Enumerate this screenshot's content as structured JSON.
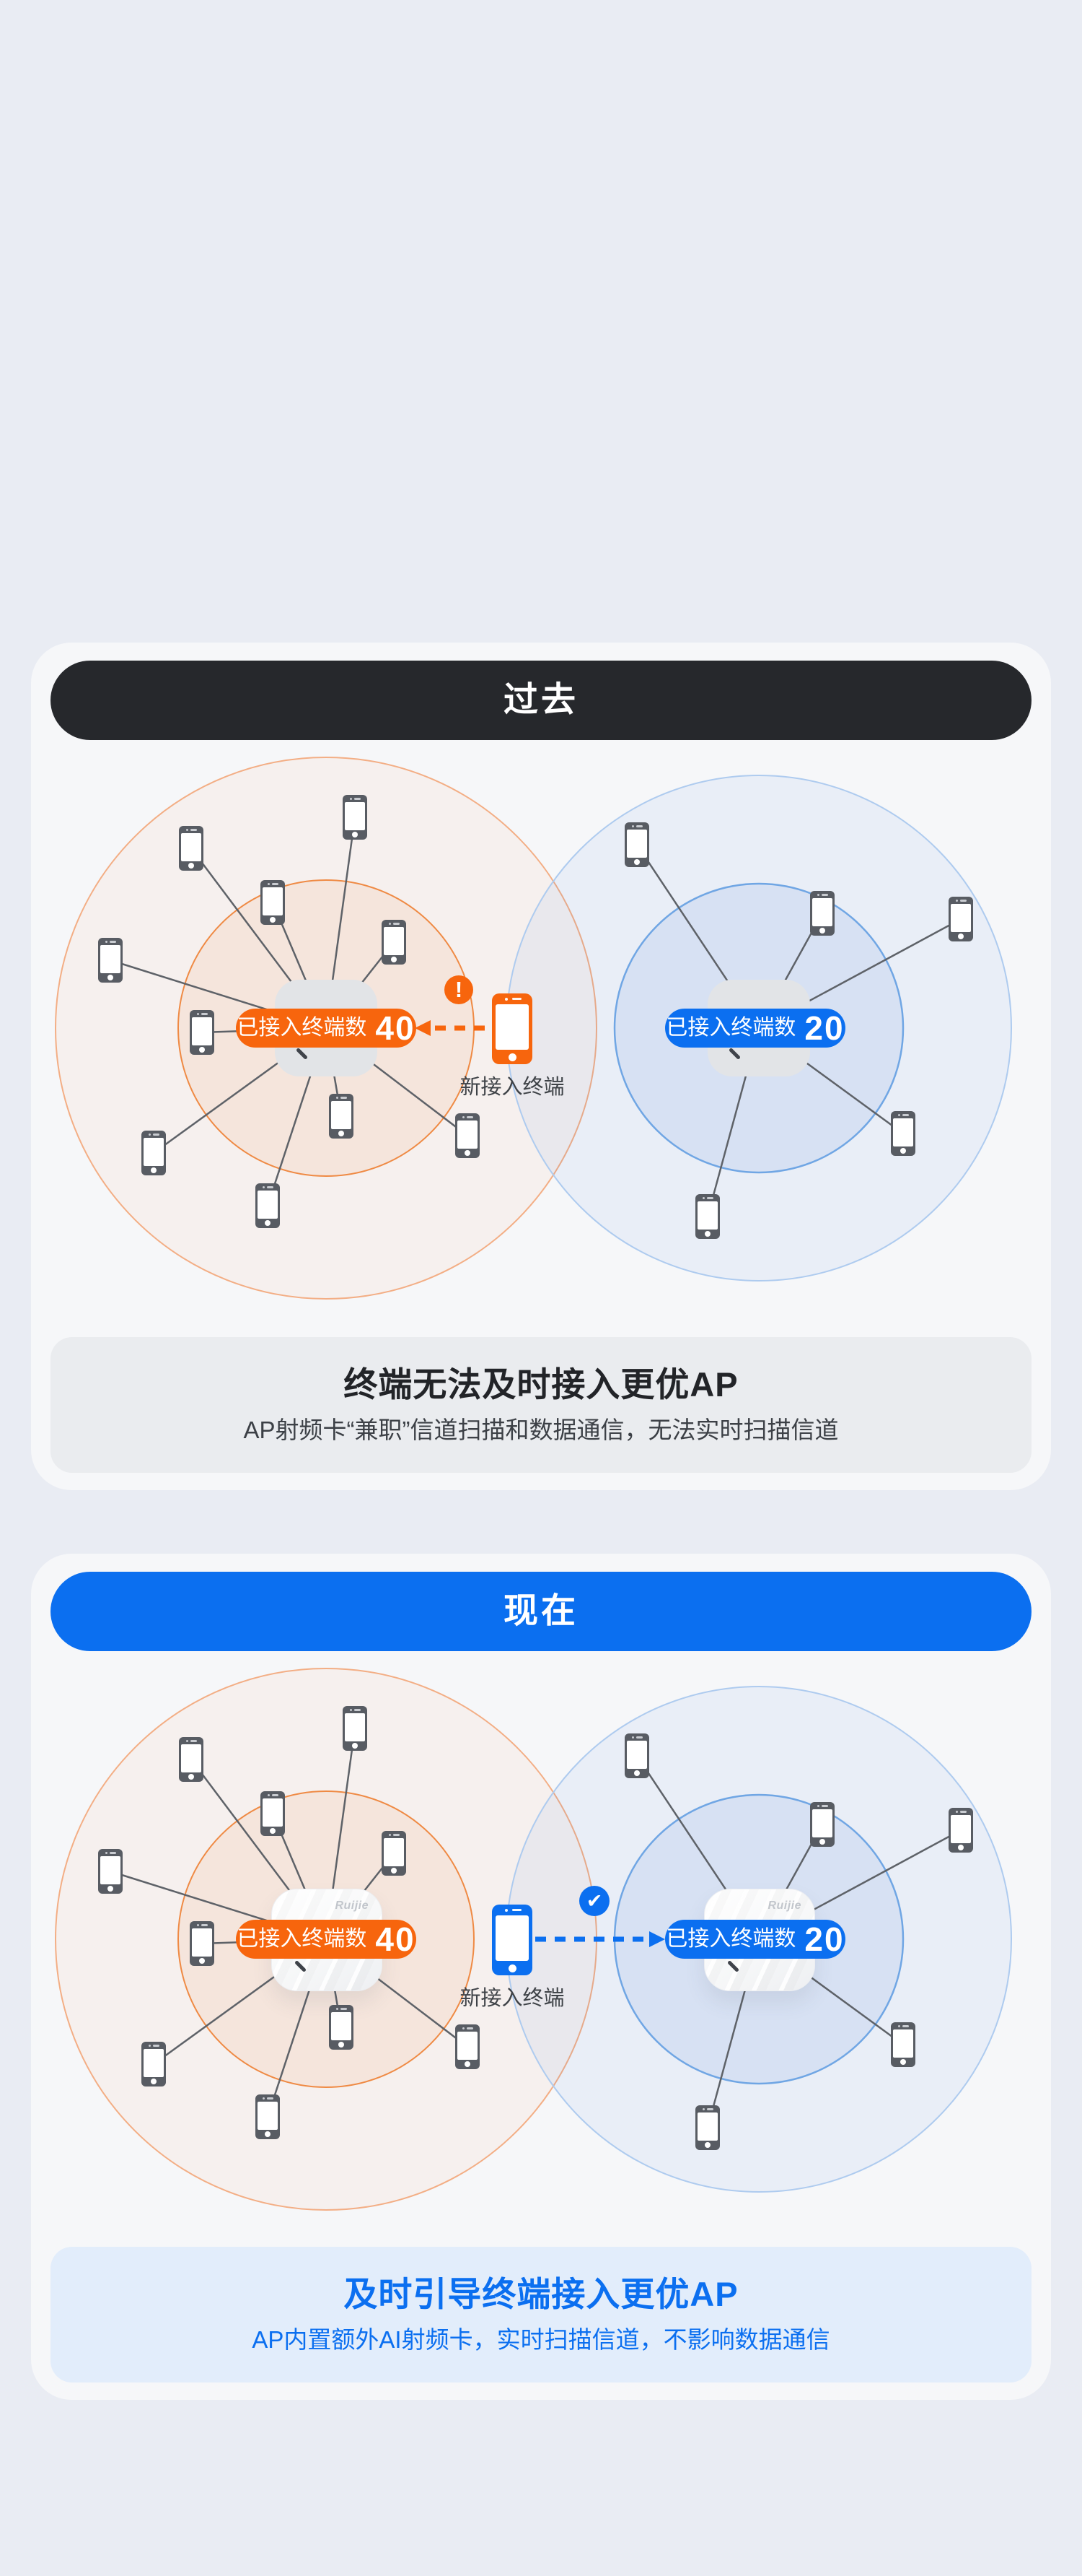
{
  "past": {
    "banner": "过去",
    "badges": {
      "left": {
        "label": "已接入终端数",
        "value": "40"
      },
      "right": {
        "label": "已接入终端数",
        "value": "20"
      }
    },
    "new_terminal": {
      "label": "新接入终端",
      "icon": "alert-icon"
    },
    "caption": {
      "title": "终端无法及时接入更优AP",
      "subtitle": "AP射频卡“兼职”信道扫描和数据通信，无法实时扫描信道"
    }
  },
  "now": {
    "banner": "现在",
    "badges": {
      "left": {
        "label": "已接入终端数",
        "value": "40"
      },
      "right": {
        "label": "已接入终端数",
        "value": "20"
      }
    },
    "new_terminal": {
      "label": "新接入终端",
      "icon": "check-icon"
    },
    "ap_logo": "Ruijie",
    "caption": {
      "title": "及时引导终端接入更优AP",
      "subtitle": "AP内置额外AI射频卡，实时扫描信道，不影响数据通信"
    }
  },
  "icons": {
    "alert-icon": "!",
    "check-icon": "✔"
  },
  "colors": {
    "orange": "#F7650D",
    "blue": "#0B6FF0",
    "banner_dark": "#26282C",
    "page_bg": "#E9ECF3",
    "card_bg": "#F6F7F9",
    "line": "#5E6268"
  }
}
